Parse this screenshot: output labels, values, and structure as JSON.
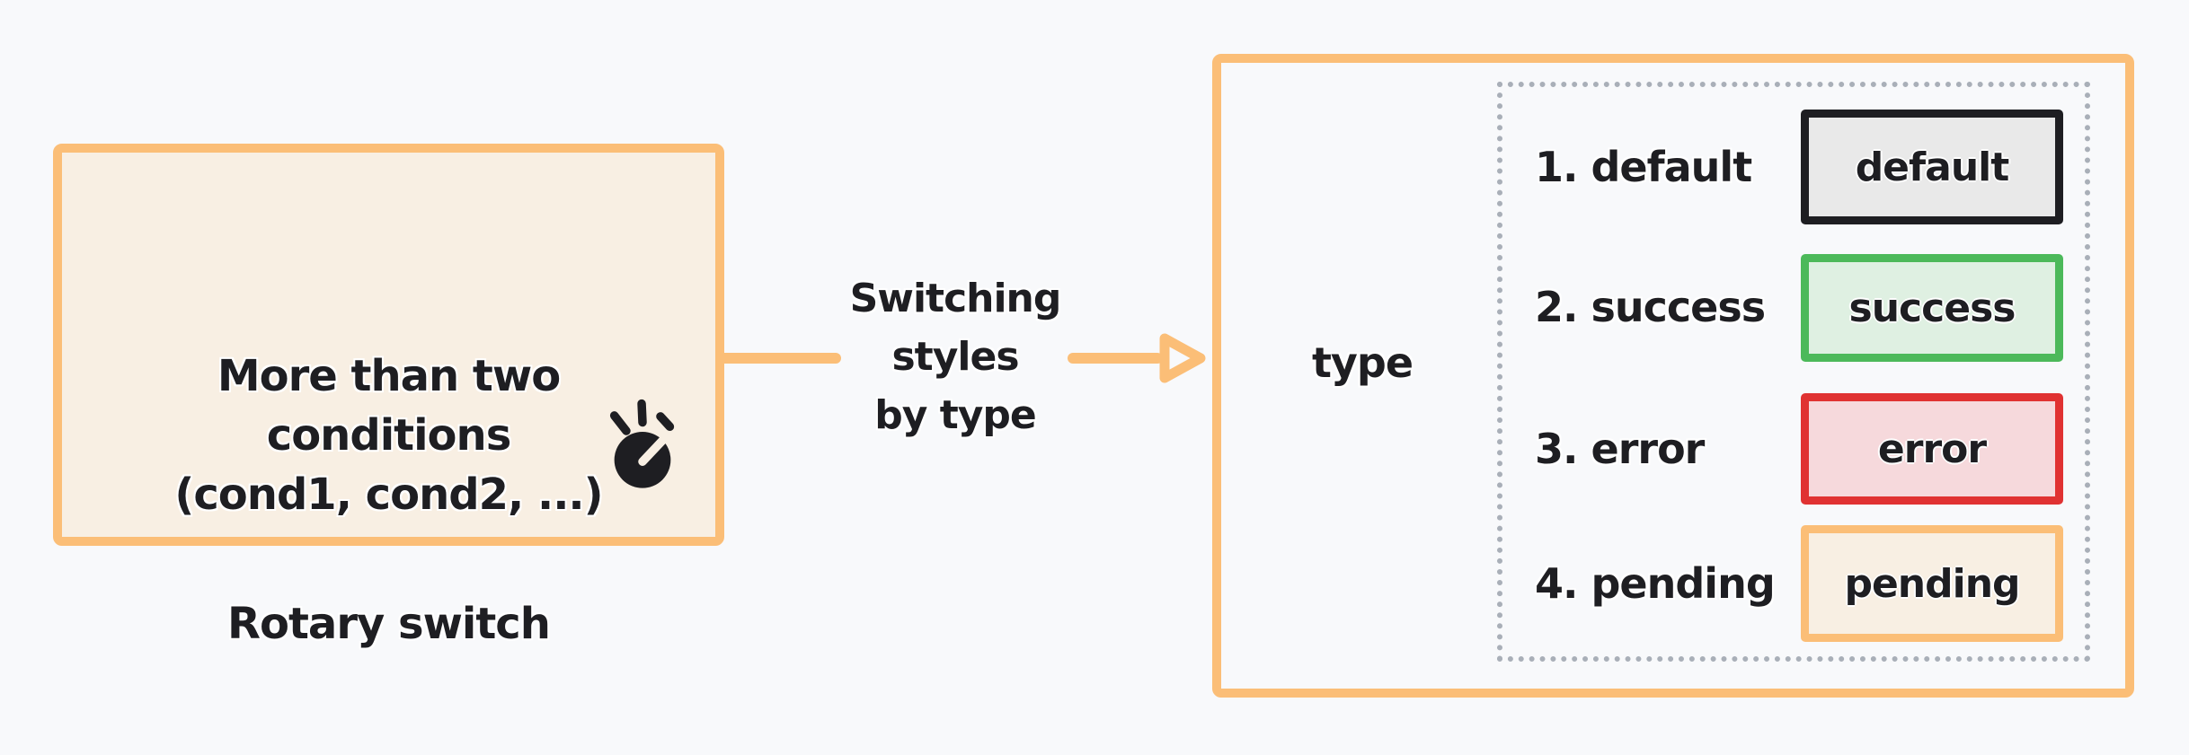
{
  "palette": {
    "background": "#F8F9FB",
    "orange": "#FBBE77",
    "cream": "#F8EFE3",
    "ink": "#1E1E22",
    "dotted_gray": "#A9AFB8"
  },
  "condition_box": {
    "lines": [
      "More than two",
      "conditions",
      "(cond1, cond2, ...)"
    ],
    "rotary_label": "Rotary switch",
    "icon": "rotary-knob-icon"
  },
  "arrow": {
    "label_lines": [
      "Switching",
      "styles",
      "by type"
    ],
    "color": "#FBBE77"
  },
  "type_switch": {
    "case_label": "type",
    "rows": [
      {
        "label": "1. default",
        "badge": "default",
        "border_color": "#1E1E22",
        "fill_color": "#E9E9E9"
      },
      {
        "label": "2. success",
        "badge": "success",
        "border_color": "#4CB95A",
        "fill_color": "#DFF0E2"
      },
      {
        "label": "3. error",
        "badge": "error",
        "border_color": "#E03232",
        "fill_color": "#F6D9DC"
      },
      {
        "label": "4. pending",
        "badge": "pending",
        "border_color": "#FBBE77",
        "fill_color": "#F8EFE3"
      }
    ]
  }
}
